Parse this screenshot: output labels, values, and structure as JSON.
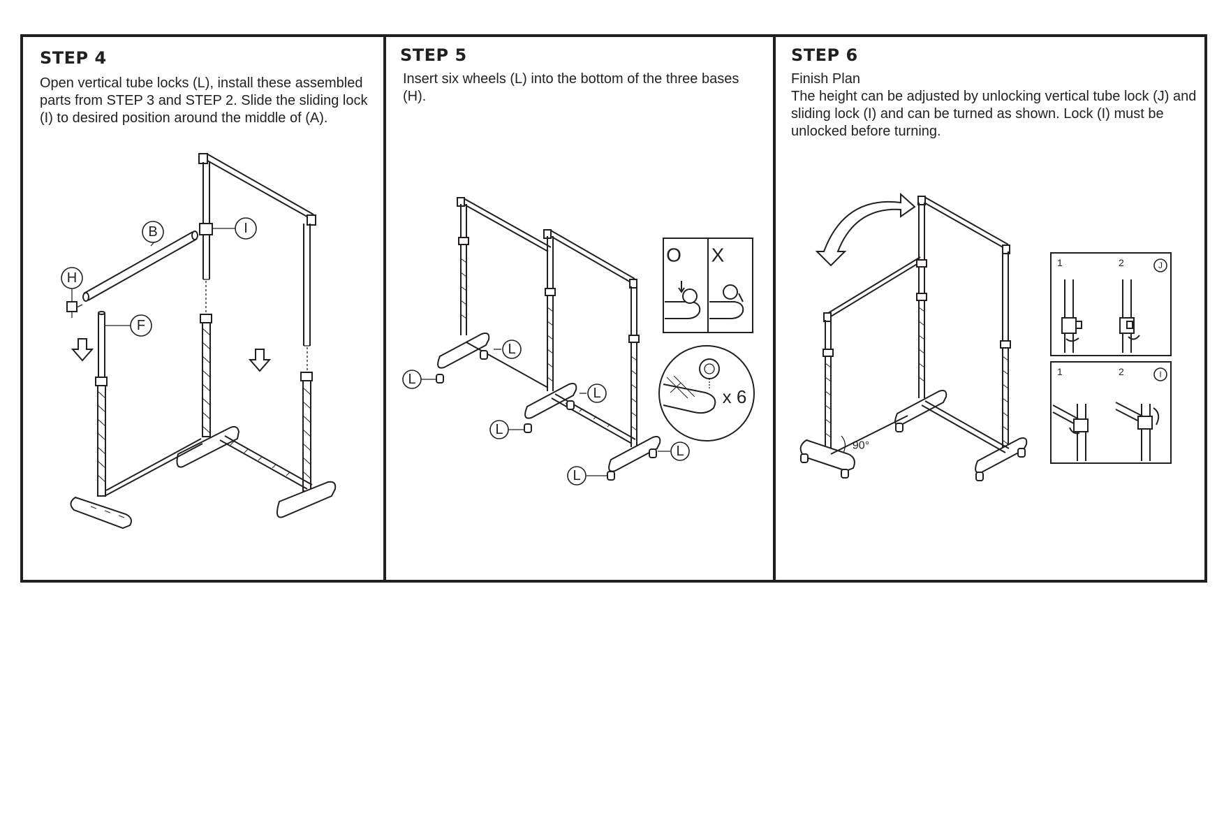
{
  "step4": {
    "title": "STEP 4",
    "text": "Open vertical tube locks (L), install these assembled parts from STEP 3 and STEP 2. Slide the sliding lock (I) to desired position around the middle of (A).",
    "callouts": [
      "B",
      "I",
      "H",
      "F"
    ]
  },
  "step5": {
    "title": "STEP 5",
    "text": "Insert six wheels (L) into the bottom of the three bases (H).",
    "callouts": [
      "L",
      "L",
      "L",
      "L",
      "L",
      "L"
    ],
    "detail_ok": "O",
    "detail_no": "X",
    "quantity": "x 6"
  },
  "step6": {
    "title": "STEP 6",
    "subtitle": "Finish Plan",
    "text": "The height can be adjusted by unlocking vertical tube lock (J) and sliding lock (I) and can be turned as shown. Lock (I) must be unlocked before turning.",
    "angle": "90°",
    "detail_j": {
      "n1": "1",
      "n2": "2",
      "tag": "J"
    },
    "detail_i": {
      "n1": "1",
      "n2": "2",
      "tag": "I"
    }
  }
}
